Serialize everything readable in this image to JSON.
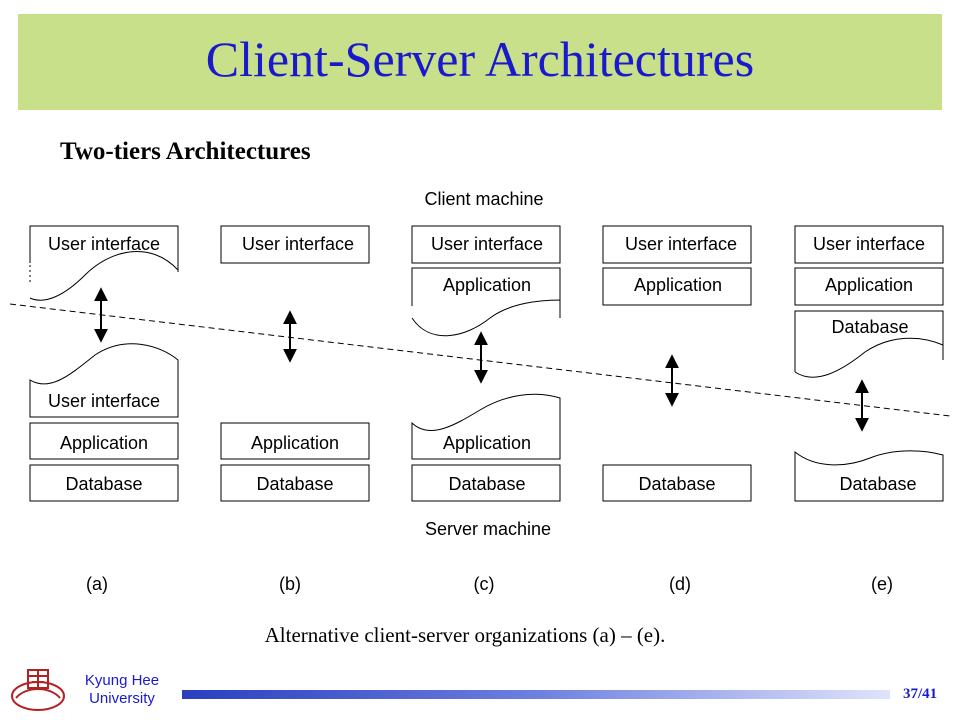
{
  "slide": {
    "title": "Client-Server Architectures",
    "subtitle": "Two-tiers Architectures",
    "caption": "Alternative client-server organizations (a) – (e).",
    "page_number": "37/41",
    "university_line1": "Kyung Hee",
    "university_line2": "University"
  },
  "diagram": {
    "client_label": "Client machine",
    "server_label": "Server machine",
    "layers": {
      "ui": "User interface",
      "app": "Application",
      "db": "Database"
    },
    "column_labels": [
      "(a)",
      "(b)",
      "(c)",
      "(d)",
      "(e)"
    ]
  },
  "colors": {
    "title_bg": "#c8e08a",
    "title_text": "#1a1acc"
  }
}
